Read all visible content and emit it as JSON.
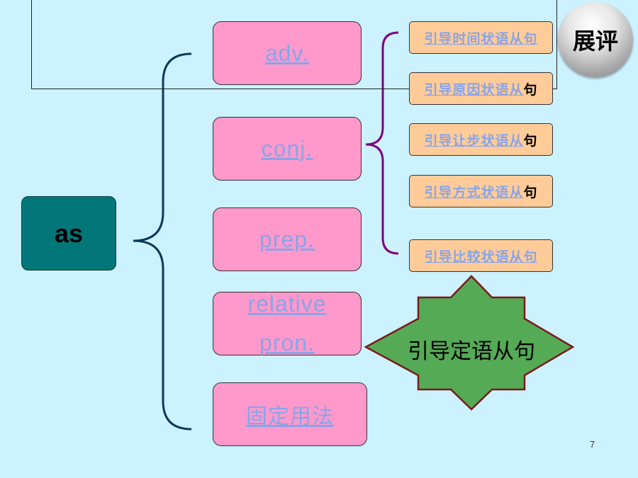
{
  "root": {
    "label": "as"
  },
  "parts_of_speech": [
    {
      "label": "adv."
    },
    {
      "label": "conj."
    },
    {
      "label": "prep."
    },
    {
      "label_line1": "relative",
      "label_line2": "pron."
    },
    {
      "label": "固定用法"
    }
  ],
  "conj_clauses": [
    {
      "link": "引导时间状语从句",
      "tail": ""
    },
    {
      "link": "引导原因状语从",
      "tail": "句"
    },
    {
      "link": "引导让步状语从",
      "tail": "句"
    },
    {
      "link": "引导方式状语从",
      "tail": "句"
    },
    {
      "link": "引导比较状语从句",
      "tail": ""
    }
  ],
  "relative_pron_usage": "引导定语从句",
  "review_button": "展评",
  "page_number": "7",
  "colors": {
    "background": "#ccf2ff",
    "root_fill": "#037679",
    "pos_fill": "#ff99cc",
    "clause_fill": "#ffcc99",
    "link_text": "#8aa4e6",
    "star_fill": "#55aa55",
    "star_border": "#7a1a1a",
    "conj_brace": "#800080",
    "main_brace": "#0b3a5c"
  }
}
